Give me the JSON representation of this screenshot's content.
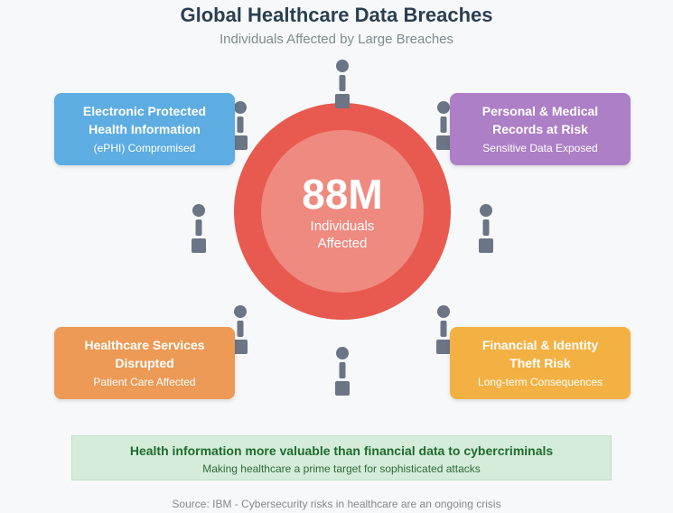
{
  "header": {
    "title": "Global Healthcare Data Breaches",
    "subtitle": "Individuals Affected by Large Breaches"
  },
  "center": {
    "value": "88M",
    "label_line1": "Individuals",
    "label_line2": "Affected"
  },
  "cards": [
    {
      "title": "Electronic Protected\nHealth Information",
      "subtitle": "(ePHI) Compromised",
      "color": "#5dade2"
    },
    {
      "title": "Personal & Medical\nRecords at Risk",
      "subtitle": "Sensitive Data Exposed",
      "color": "#ad7fc6"
    },
    {
      "title": "Healthcare Services\nDisrupted",
      "subtitle": "Patient Care Affected",
      "color": "#ec9a55"
    },
    {
      "title": "Financial & Identity\nTheft Risk",
      "subtitle": "Long-term Consequences",
      "color": "#f3b143"
    }
  ],
  "banner": {
    "title": "Health information more valuable than financial data to cybercriminals",
    "subtitle": "Making healthcare a prime target for sophisticated attacks"
  },
  "footer": {
    "source": "Source: IBM - Cybersecurity risks in healthcare are an ongoing crisis"
  },
  "colors": {
    "circle_outer": "#e85a4f",
    "circle_inner": "#ef8a80",
    "person_icon": "#6b7585"
  }
}
